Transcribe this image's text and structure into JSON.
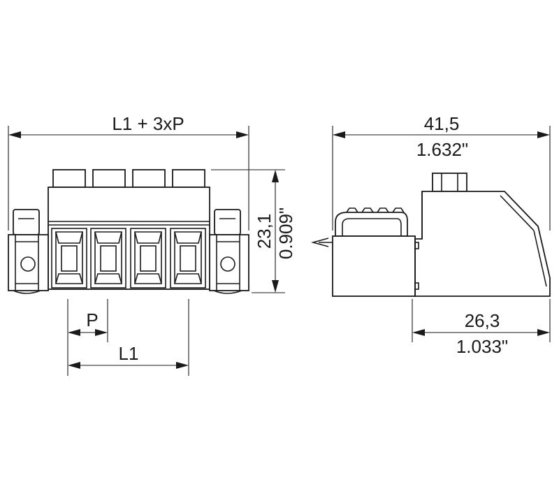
{
  "front_view": {
    "overall_width_label": "L1 + 3xP",
    "height_mm_label": "23,1",
    "height_in_label": "0.909\"",
    "pitch_label": "P",
    "length_label": "L1",
    "pole_count": 4
  },
  "side_view": {
    "depth_mm_label": "41,5",
    "depth_in_label": "1.632\"",
    "base_mm_label": "26,3",
    "base_in_label": "1.033\""
  }
}
